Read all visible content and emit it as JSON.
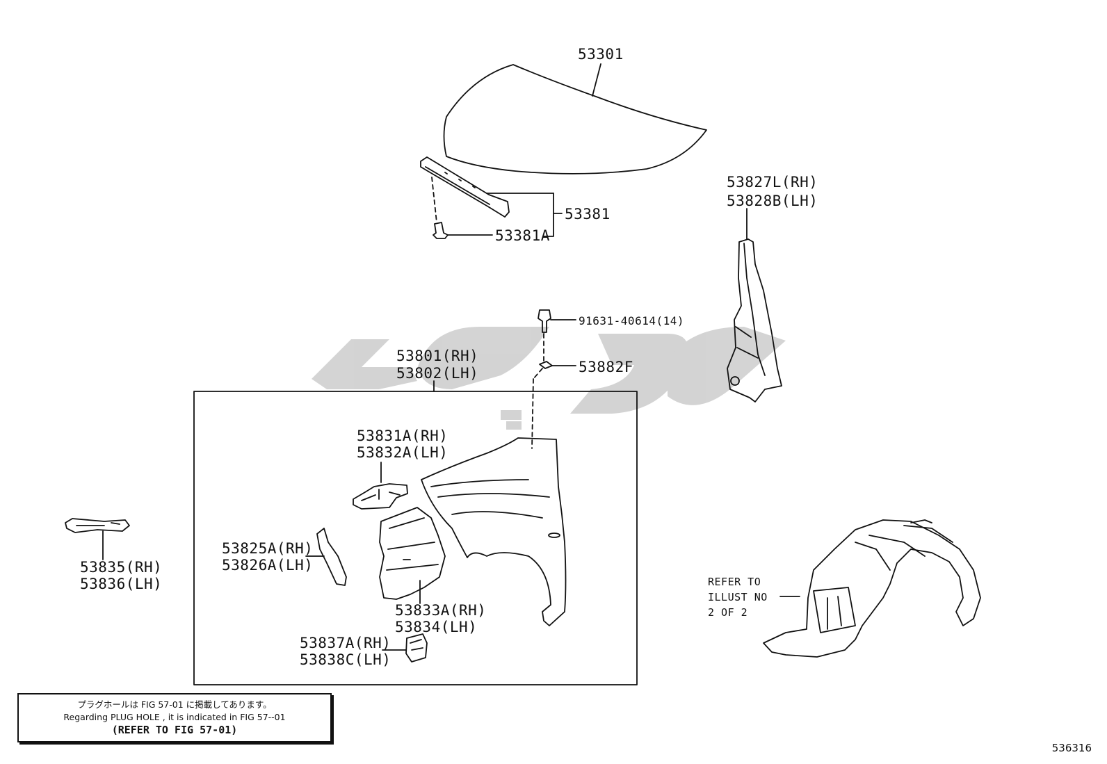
{
  "labels": {
    "hood": "53301",
    "seal": "53381",
    "seal_clip": "53381A",
    "bracket_rh": "53827L(RH)",
    "bracket_lh": "53828B(LH)",
    "bolt": "91631-40614(14)",
    "nut": "53882F",
    "fender_rh": "53801(RH)",
    "fender_lh": "53802(LH)",
    "support_rh": "53831A(RH)",
    "support_lh": "53832A(LH)",
    "seal_side_rh": "53825A(RH)",
    "seal_side_lh": "53826A(LH)",
    "liner_rh": "53833A(RH)",
    "liner_lh": "53834(LH)",
    "protector_rh": "53837A(RH)",
    "protector_lh": "53838C(LH)",
    "brace_rh": "53835(RH)",
    "brace_lh": "53836(LH)"
  },
  "refer_note": {
    "line1": "REFER TO",
    "line2": "ILLUST NO",
    "line3": "2 OF 2"
  },
  "plug_note": {
    "japanese": "プラグホールは FIG 57-01 に掲載してあります。",
    "english": "Regarding  PLUG  HOLE , it is indicated in  FIG  57--01",
    "refer": "(REFER TO FIG 57-01)"
  },
  "illustration_code": "536316",
  "colors": {
    "line": "#111111",
    "watermark": "#cfcfcf"
  }
}
